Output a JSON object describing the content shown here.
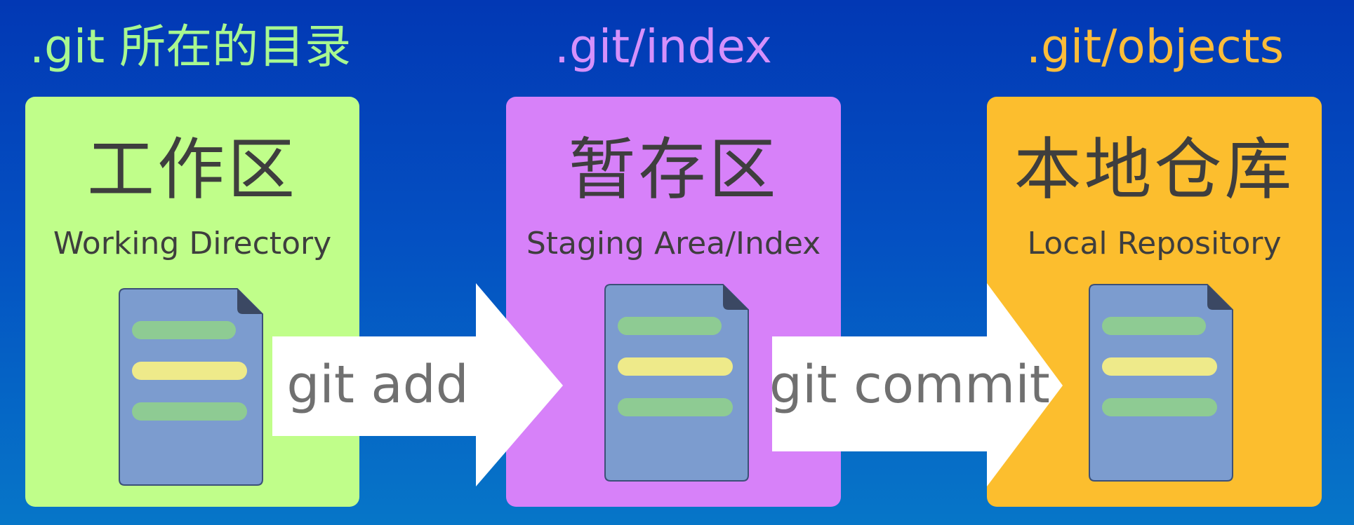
{
  "colors": {
    "background_top": "#0238b4",
    "background_bottom": "#0676c8",
    "working_area": "#c0fe8a",
    "staging_area": "#d781f9",
    "repository": "#fcbe2e",
    "caption_working": "#a8f890",
    "caption_staging": "#d590fb",
    "caption_repository": "#fcbd3a",
    "document": "#7c9ccf",
    "document_line_green": "#8ecb93",
    "document_line_yellow": "#eeea8a",
    "arrow": "#ffffff",
    "arrow_text": "#707070",
    "box_text": "#3e3e3e"
  },
  "areas": [
    {
      "caption": ".git 所在的目录",
      "title": "工作区",
      "subtitle": "Working Directory",
      "icon": "document-icon"
    },
    {
      "caption": ".git/index",
      "title": "暂存区",
      "subtitle": "Staging Area/Index",
      "icon": "document-icon"
    },
    {
      "caption": ".git/objects",
      "title": "本地仓库",
      "subtitle": "Local Repository",
      "icon": "document-icon"
    }
  ],
  "arrows": [
    {
      "label": "git add"
    },
    {
      "label": "git commit"
    }
  ]
}
